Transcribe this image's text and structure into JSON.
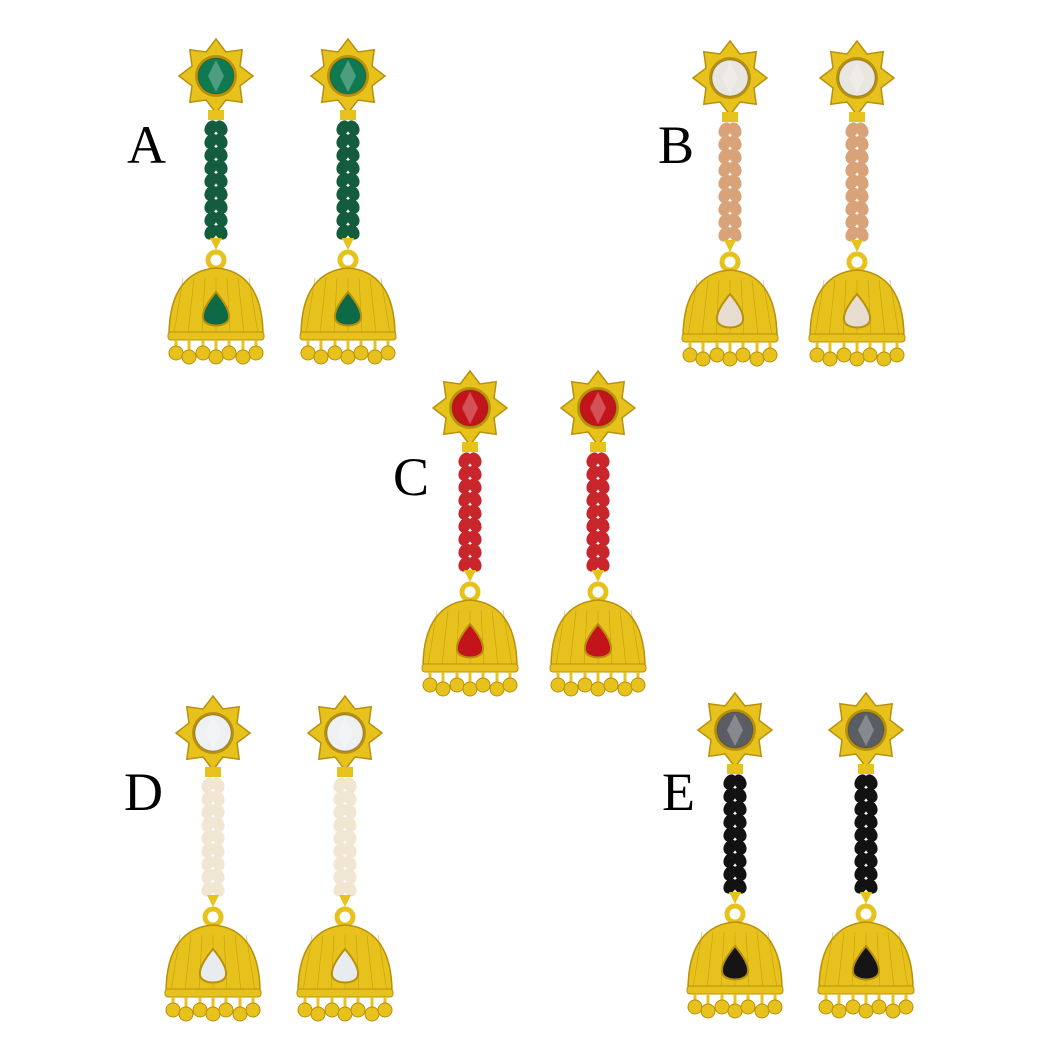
{
  "variants": [
    {
      "label": "A",
      "gem_color": "#0f7a52",
      "chain_color": "#145c3e",
      "drop_color": "#0e6a46"
    },
    {
      "label": "B",
      "gem_color": "#e9e5df",
      "chain_color": "#d9a37a",
      "drop_color": "#e6dccf"
    },
    {
      "label": "C",
      "gem_color": "#c3141c",
      "chain_color": "#c8262b",
      "drop_color": "#c3141c"
    },
    {
      "label": "D",
      "gem_color": "#eef0f2",
      "chain_color": "#f1e6d2",
      "drop_color": "#e8ecef"
    },
    {
      "label": "E",
      "gem_color": "#5a5e64",
      "chain_color": "#121212",
      "drop_color": "#151515"
    }
  ],
  "gold_color": "#e8c21c",
  "gold_dark": "#b8900c"
}
